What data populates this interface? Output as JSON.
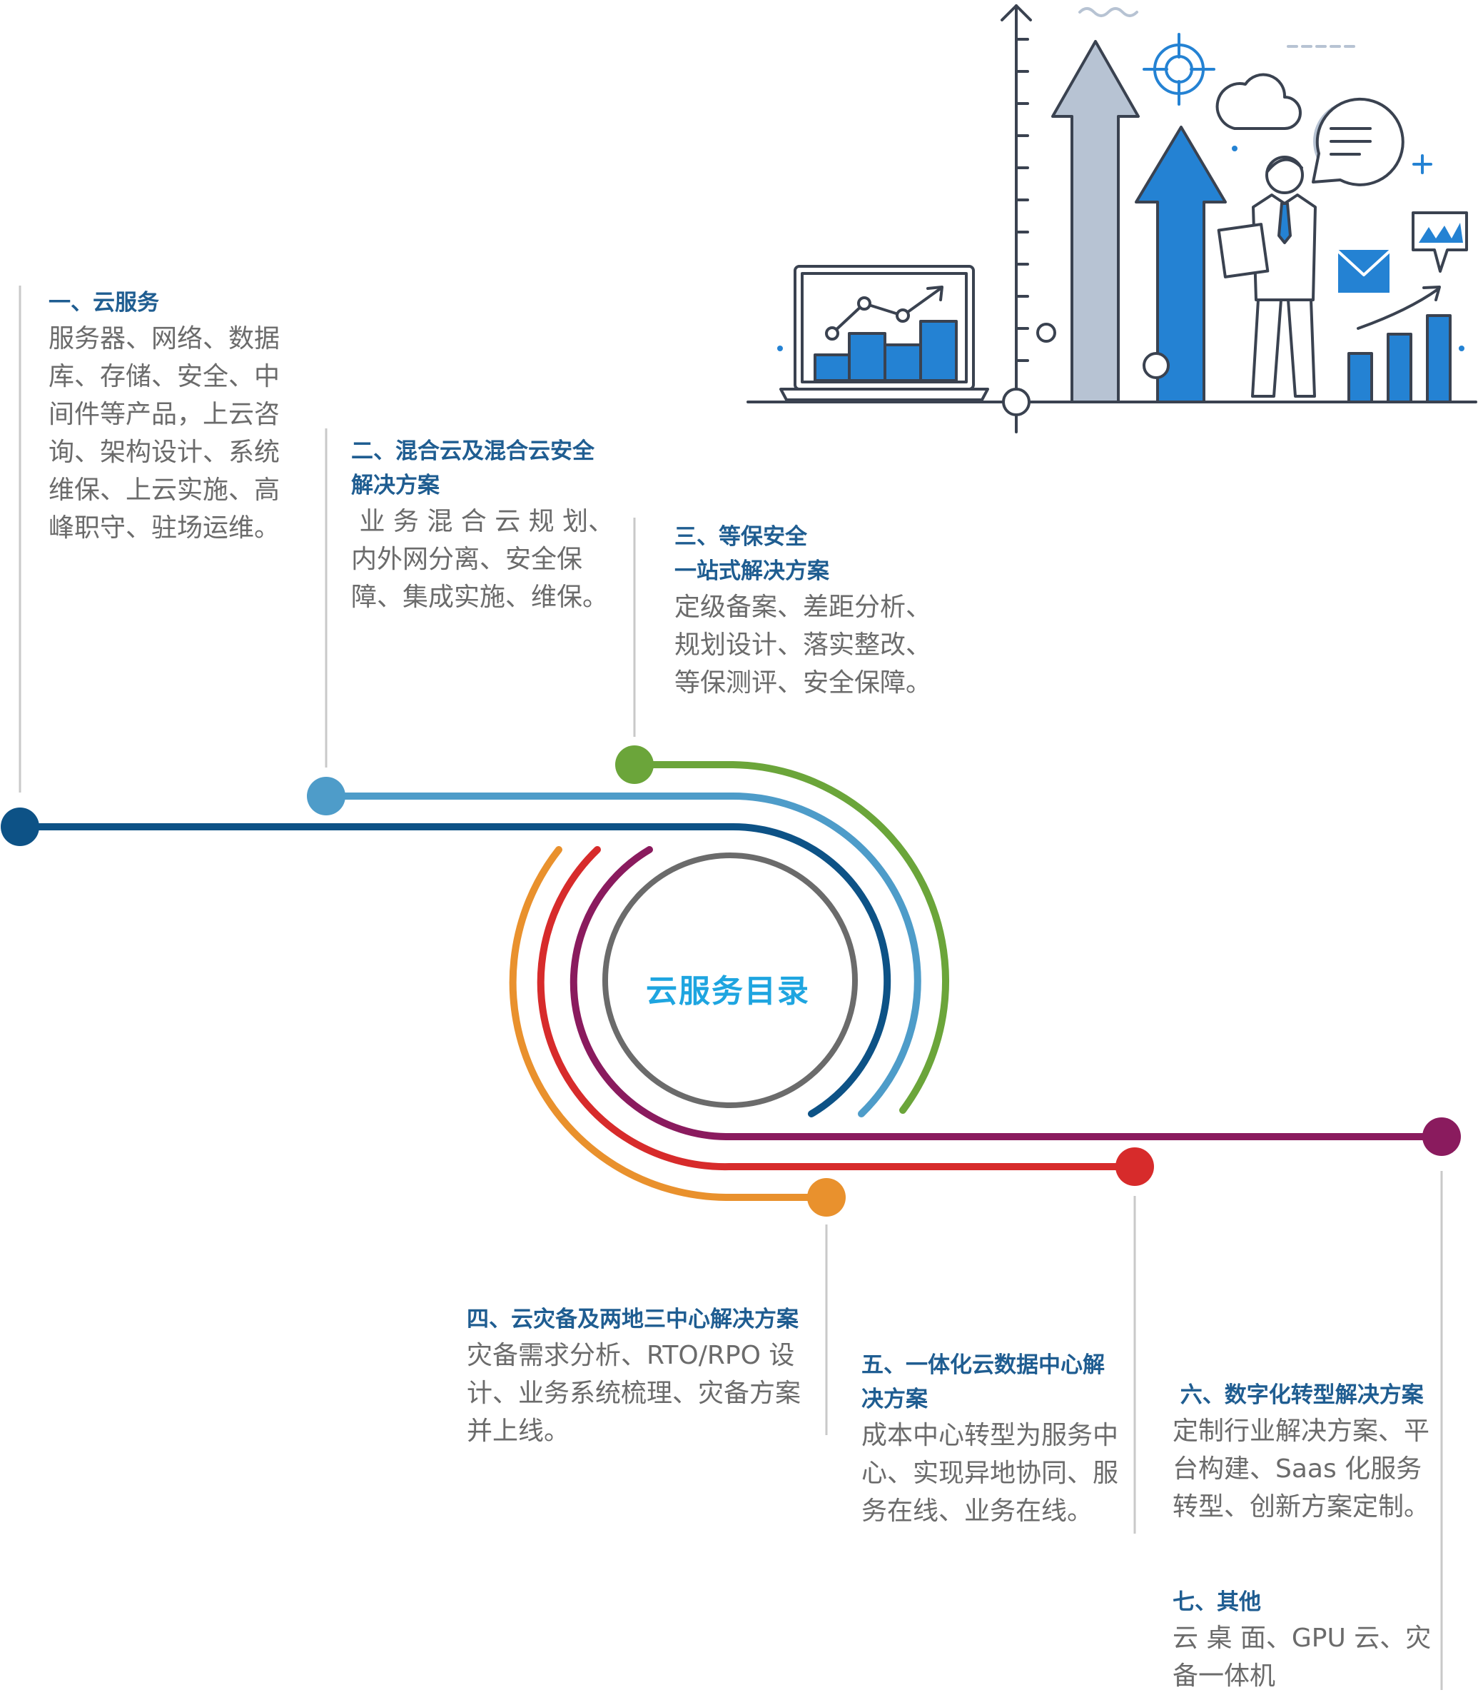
{
  "center": {
    "title": "云服务目录"
  },
  "colors": {
    "s1": "#0d5286",
    "s2": "#4e9cc9",
    "s3": "#6ba53a",
    "s4": "#e9912d",
    "s5": "#d72b2b",
    "s6": "#8a1b5e",
    "ring": "#6b6b6b",
    "title": "#1f5d91",
    "body": "#6b6b6b",
    "center": "#1ea5e0"
  },
  "sections": [
    {
      "id": "s1",
      "title": [
        "一、云服务"
      ],
      "body": [
        "服务器、网络、数据",
        "库、存储、安全、中",
        "间件等产品，上云咨",
        "询、架构设计、系统",
        "维保、上云实施、高",
        "峰职守、驻场运维。"
      ]
    },
    {
      "id": "s2",
      "title": [
        "二、混合云及混合云安全",
        "解决方案"
      ],
      "body": [
        " 业 务 混 合 云 规 划、",
        "内外网分离、安全保",
        "障、集成实施、维保。"
      ]
    },
    {
      "id": "s3",
      "title": [
        "三、等保安全",
        "一站式解决方案"
      ],
      "body": [
        "定级备案、差距分析、",
        "规划设计、落实整改、",
        "等保测评、安全保障。"
      ]
    },
    {
      "id": "s4",
      "title": [
        "四、云灾备及两地三中心解决方案"
      ],
      "body": [
        "灾备需求分析、RTO/RPO 设",
        "计、业务系统梳理、灾备方案",
        "并上线。"
      ]
    },
    {
      "id": "s5",
      "title": [
        "五、一体化云数据中心解",
        "决方案"
      ],
      "body": [
        "成本中心转型为服务中",
        "心、实现异地协同、服",
        "务在线、业务在线。"
      ]
    },
    {
      "id": "s6",
      "title": [
        " 六、数字化转型解决方案"
      ],
      "body": [
        "定制行业解决方案、平",
        "台构建、Saas 化服务",
        "转型、创新方案定制。"
      ]
    },
    {
      "id": "s7",
      "title": [
        "七、其他"
      ],
      "body": [
        "云 桌 面、GPU 云、灾",
        "备一体机"
      ]
    }
  ]
}
